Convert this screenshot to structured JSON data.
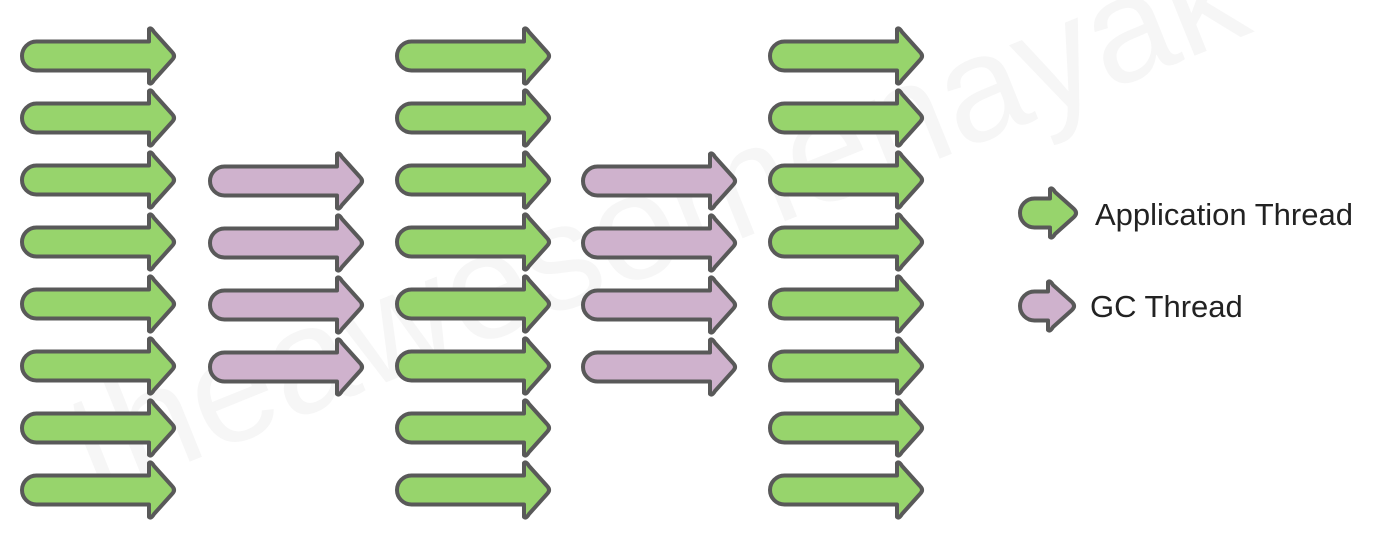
{
  "watermark": "theawesomenayak",
  "colors": {
    "application": "#97d46c",
    "gc": "#cfb2cd",
    "stroke": "#595959"
  },
  "columns": [
    {
      "type": "application",
      "count": 8
    },
    {
      "type": "gc",
      "count": 4
    },
    {
      "type": "application",
      "count": 8
    },
    {
      "type": "gc",
      "count": 4
    },
    {
      "type": "application",
      "count": 8
    }
  ],
  "legend": {
    "application": {
      "label": "Application Thread",
      "icon": "green-arrow-icon"
    },
    "gc": {
      "label": "GC Thread",
      "icon": "purple-arrow-icon"
    }
  }
}
